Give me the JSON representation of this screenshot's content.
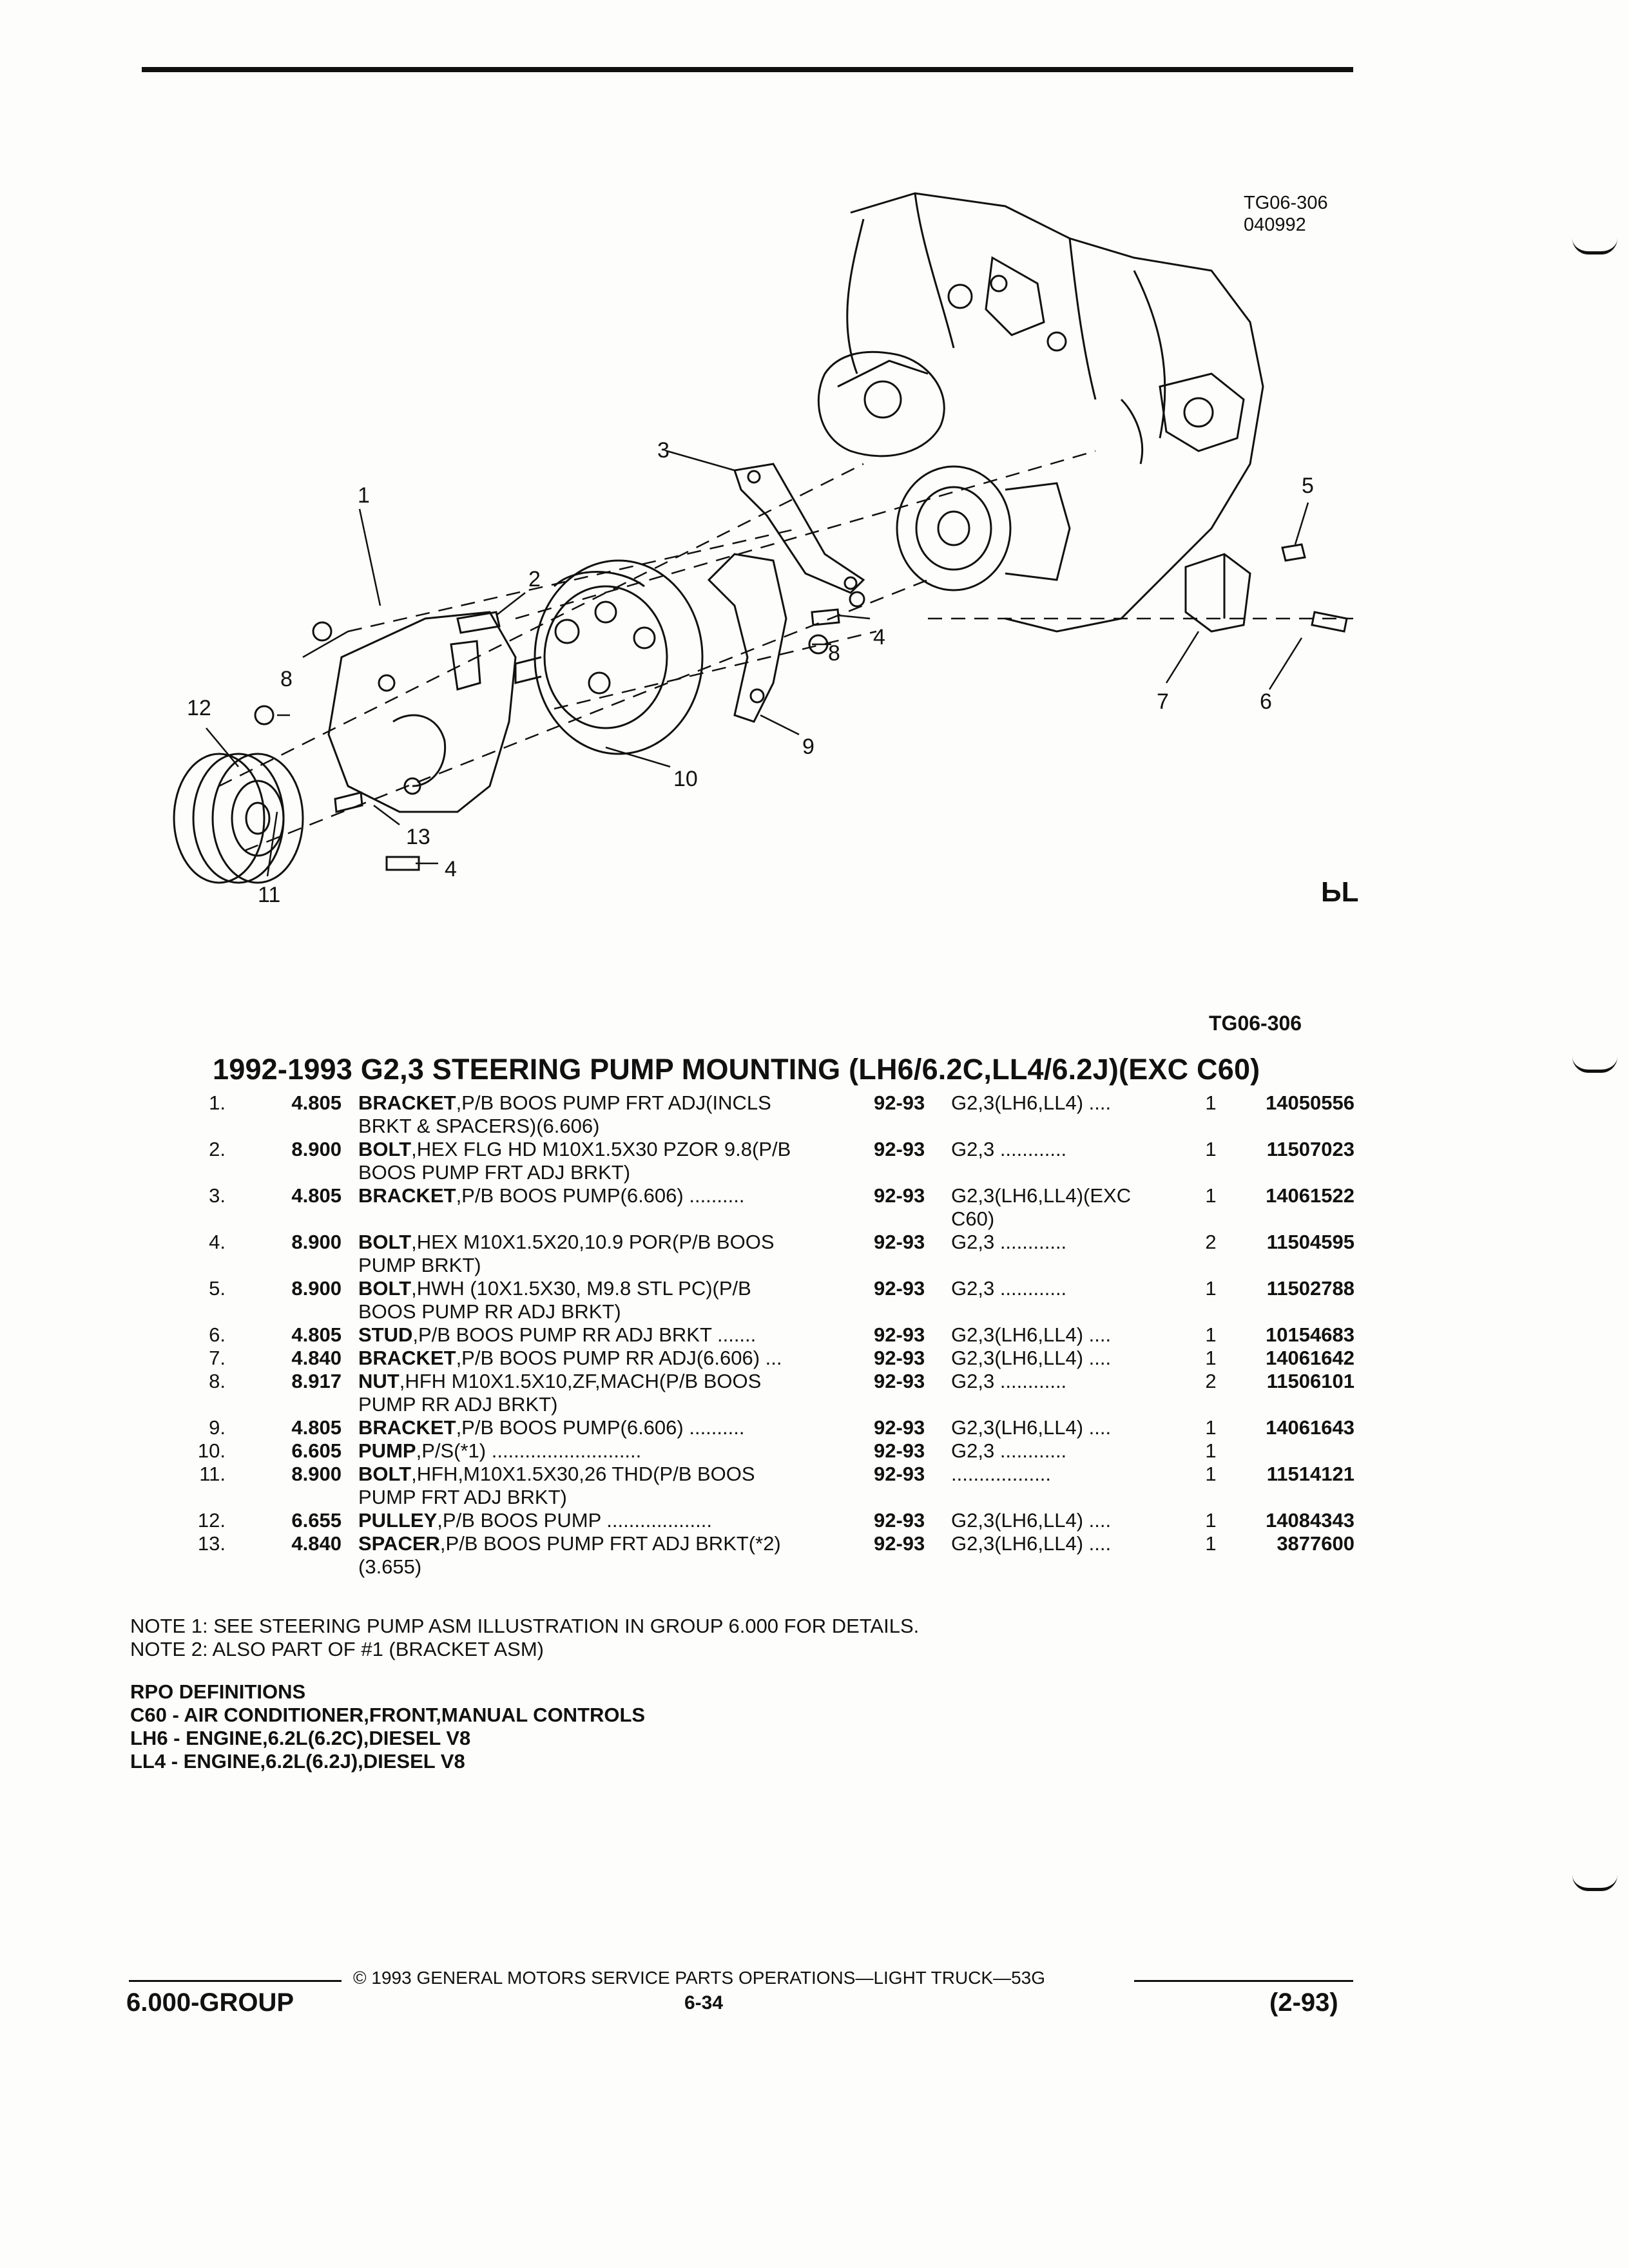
{
  "figure": {
    "code_line1": "TG06-306",
    "code_line2": "040992",
    "ref_code": "TG06-306",
    "mark": "ЬL",
    "callouts": [
      "1",
      "2",
      "3",
      "4",
      "4",
      "5",
      "6",
      "7",
      "8",
      "8",
      "9",
      "10",
      "11",
      "12",
      "13"
    ]
  },
  "title": "1992-1993 G2,3 STEERING PUMP MOUNTING (LH6/6.2C,LL4/6.2J)(EXC C60)",
  "parts": [
    {
      "no": "1.",
      "grp": "4.805",
      "name": "BRACKET",
      "desc": ",P/B BOOS PUMP FRT ADJ(INCLS",
      "desc2": "BRKT & SPACERS)(6.606)",
      "yr": "92-93",
      "use": "G2,3(LH6,LL4) ....",
      "use2": "",
      "qty": "1",
      "pn": "14050556"
    },
    {
      "no": "2.",
      "grp": "8.900",
      "name": "BOLT",
      "desc": ",HEX FLG HD M10X1.5X30 PZOR 9.8(P/B",
      "desc2": "BOOS PUMP FRT ADJ BRKT)",
      "yr": "92-93",
      "use": "G2,3 ............",
      "use2": "",
      "qty": "1",
      "pn": "11507023"
    },
    {
      "no": "3.",
      "grp": "4.805",
      "name": "BRACKET",
      "desc": ",P/B BOOS PUMP(6.606) ..........",
      "desc2": "",
      "yr": "92-93",
      "use": "G2,3(LH6,LL4)(EXC",
      "use2": "C60)",
      "qty": "1",
      "pn": "14061522"
    },
    {
      "no": "4.",
      "grp": "8.900",
      "name": "BOLT",
      "desc": ",HEX M10X1.5X20,10.9 POR(P/B BOOS",
      "desc2": "PUMP BRKT)",
      "yr": "92-93",
      "use": "G2,3 ............",
      "use2": "",
      "qty": "2",
      "pn": "11504595"
    },
    {
      "no": "5.",
      "grp": "8.900",
      "name": "BOLT",
      "desc": ",HWH (10X1.5X30, M9.8 STL PC)(P/B",
      "desc2": "BOOS PUMP RR ADJ BRKT)",
      "yr": "92-93",
      "use": "G2,3 ............",
      "use2": "",
      "qty": "1",
      "pn": "11502788"
    },
    {
      "no": "6.",
      "grp": "4.805",
      "name": "STUD",
      "desc": ",P/B BOOS PUMP RR ADJ BRKT .......",
      "desc2": "",
      "yr": "92-93",
      "use": "G2,3(LH6,LL4) ....",
      "use2": "",
      "qty": "1",
      "pn": "10154683"
    },
    {
      "no": "7.",
      "grp": "4.840",
      "name": "BRACKET",
      "desc": ",P/B BOOS PUMP RR ADJ(6.606) ...",
      "desc2": "",
      "yr": "92-93",
      "use": "G2,3(LH6,LL4) ....",
      "use2": "",
      "qty": "1",
      "pn": "14061642"
    },
    {
      "no": "8.",
      "grp": "8.917",
      "name": "NUT",
      "desc": ",HFH M10X1.5X10,ZF,MACH(P/B BOOS",
      "desc2": "PUMP RR ADJ BRKT)",
      "yr": "92-93",
      "use": "G2,3 ............",
      "use2": "",
      "qty": "2",
      "pn": "11506101"
    },
    {
      "no": "9.",
      "grp": "4.805",
      "name": "BRACKET",
      "desc": ",P/B BOOS PUMP(6.606) ..........",
      "desc2": "",
      "yr": "92-93",
      "use": "G2,3(LH6,LL4) ....",
      "use2": "",
      "qty": "1",
      "pn": "14061643"
    },
    {
      "no": "10.",
      "grp": "6.605",
      "name": "PUMP",
      "desc": ",P/S(*1) ...........................",
      "desc2": "",
      "yr": "92-93",
      "use": "G2,3 ............",
      "use2": "",
      "qty": "1",
      "pn": ""
    },
    {
      "no": "11.",
      "grp": "8.900",
      "name": "BOLT",
      "desc": ",HFH,M10X1.5X30,26 THD(P/B BOOS",
      "desc2": "PUMP FRT ADJ BRKT)",
      "yr": "92-93",
      "use": "..................",
      "use2": "",
      "qty": "1",
      "pn": "11514121"
    },
    {
      "no": "12.",
      "grp": "6.655",
      "name": "PULLEY",
      "desc": ",P/B BOOS PUMP ...................",
      "desc2": "",
      "yr": "92-93",
      "use": "G2,3(LH6,LL4) ....",
      "use2": "",
      "qty": "1",
      "pn": "14084343"
    },
    {
      "no": "13.",
      "grp": "4.840",
      "name": "SPACER",
      "desc": ",P/B BOOS PUMP FRT ADJ BRKT(*2)",
      "desc2": "(3.655)",
      "yr": "92-93",
      "use": "G2,3(LH6,LL4) ....",
      "use2": "",
      "qty": "1",
      "pn": "3877600"
    }
  ],
  "notes": [
    "NOTE  1:  SEE STEERING PUMP ASM ILLUSTRATION IN GROUP 6.000 FOR DETAILS.",
    "NOTE  2:  ALSO PART OF #1 (BRACKET ASM)"
  ],
  "rpo": {
    "heading": "RPO DEFINITIONS",
    "items": [
      "C60 - AIR CONDITIONER,FRONT,MANUAL CONTROLS",
      "LH6 - ENGINE,6.2L(6.2C),DIESEL V8",
      "LL4 - ENGINE,6.2L(6.2J),DIESEL V8"
    ]
  },
  "footer": {
    "copyright": "©  1993  GENERAL MOTORS SERVICE PARTS OPERATIONS—LIGHT TRUCK—53G",
    "group": "6.000-GROUP",
    "page": "6-34",
    "date": "(2-93)"
  }
}
